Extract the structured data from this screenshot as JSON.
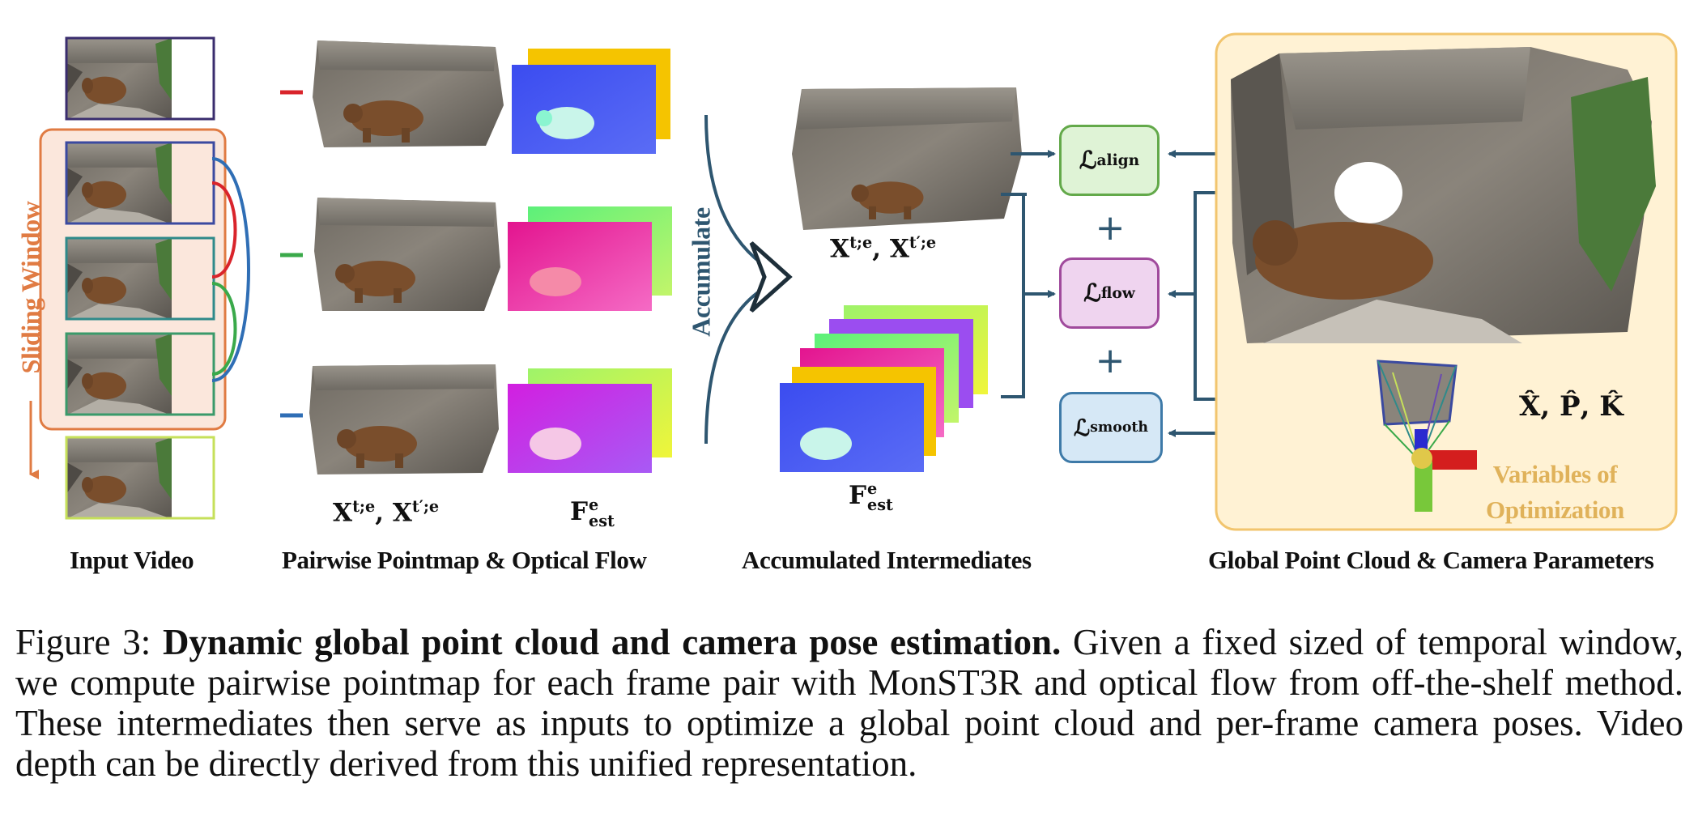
{
  "labels": {
    "input_video": "Input Video",
    "pairwise": "Pairwise Pointmap & Optical Flow",
    "accumulated": "Accumulated Intermediates",
    "global": "Global Point Cloud & Camera Parameters",
    "sliding_window": "Sliding Window",
    "accumulate": "Accumulate",
    "variables_line1": "Variables of",
    "variables_line2": "Optimization"
  },
  "math": {
    "pointmap_pair_base": "X",
    "pointmap_pair_sup1": "t;e",
    "pointmap_pair_comma": ", X",
    "pointmap_pair_sup2": "t′;e",
    "flow_base": "F",
    "flow_sup": "e",
    "flow_sub": "est",
    "optimized_vars": "X̂, P̂, K̂"
  },
  "losses": {
    "symbol": "ℒ",
    "align": "align",
    "flow": "flow",
    "smooth": "smooth",
    "plus": "+"
  },
  "colors": {
    "pair_red": "#d9242b",
    "pair_green": "#3aa94a",
    "pair_blue": "#2f6eb5",
    "window_orange": "#e07b43",
    "window_fill": "#fbe7dc",
    "arrow_dark": "#2e5670",
    "panel_fill": "#fff2d4",
    "panel_border": "#f2c56e",
    "align_fill": "#dff3d6",
    "align_border": "#63a94a",
    "flow_fill": "#efd4ef",
    "flow_border": "#a04a9c",
    "smooth_fill": "#d6e8f6",
    "smooth_border": "#3e7aa8",
    "variables_text": "#e0b25a"
  },
  "caption": {
    "prefix": "Figure 3: ",
    "bold": "Dynamic global point cloud and camera pose estimation.",
    "body": " Given a fixed sized of temporal window, we compute pairwise pointmap for each frame pair with MonST3R and optical flow from off-the-shelf method. These intermediates then serve as inputs to optimize a global point cloud and per-frame camera poses. Video depth can be directly derived from this unified representation."
  }
}
